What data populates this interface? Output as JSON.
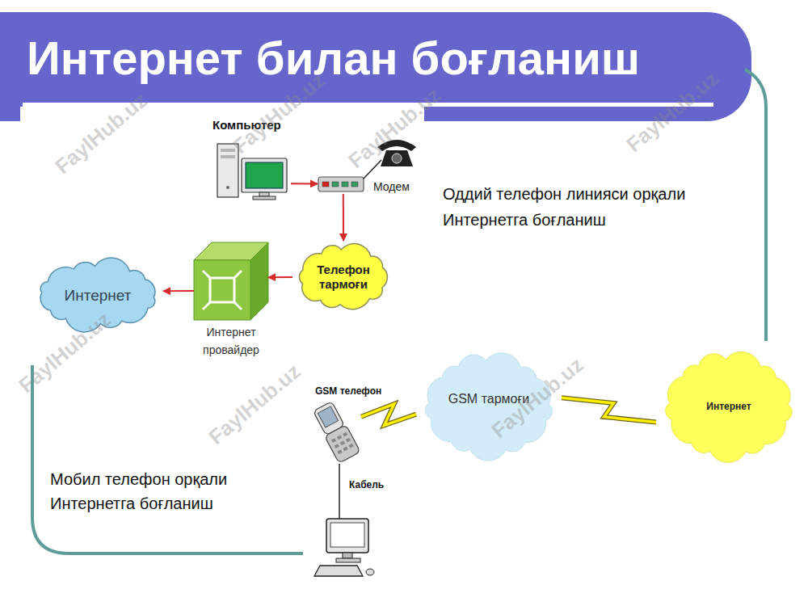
{
  "diagram": {
    "title": "Интернет билан боғланиш",
    "nodes": [
      {
        "text": [
          "Компьютер"
        ]
      },
      {
        "text": [
          "Модем"
        ]
      },
      {
        "text": [
          "Телефон тармоғи"
        ]
      },
      {
        "text": [
          "Интернет провайдер"
        ]
      },
      {
        "text": [
          "Интернет"
        ]
      },
      {
        "text": [
          "GSM телефон"
        ]
      },
      {
        "text": [
          "GSM тармоғи"
        ]
      },
      {
        "text": [
          "Интернет"
        ]
      }
    ],
    "edges": [
      {
        "from": 0,
        "to": 1,
        "arrow": "to"
      },
      {
        "from": 1,
        "to": 2,
        "arrow": "to"
      },
      {
        "from": 2,
        "to": 3,
        "arrow": "to"
      },
      {
        "from": 3,
        "to": 4,
        "arrow": "to"
      },
      {
        "from": 5,
        "to": 6,
        "arrow": "none"
      },
      {
        "from": 6,
        "to": 7,
        "arrow": "none"
      }
    ],
    "labels": [
      "Оддий телефон линияси орқали Интернетга боғланиш",
      "Кабель",
      "Мобил телефон орқали Интернетга боғланиш",
      "FaylHub.uz",
      "FaylHub.uz",
      "FaylHub.uz",
      "FaylHub.uz",
      "FaylHub.uz",
      "FaylHub.uz",
      "FaylHub.uz"
    ]
  }
}
